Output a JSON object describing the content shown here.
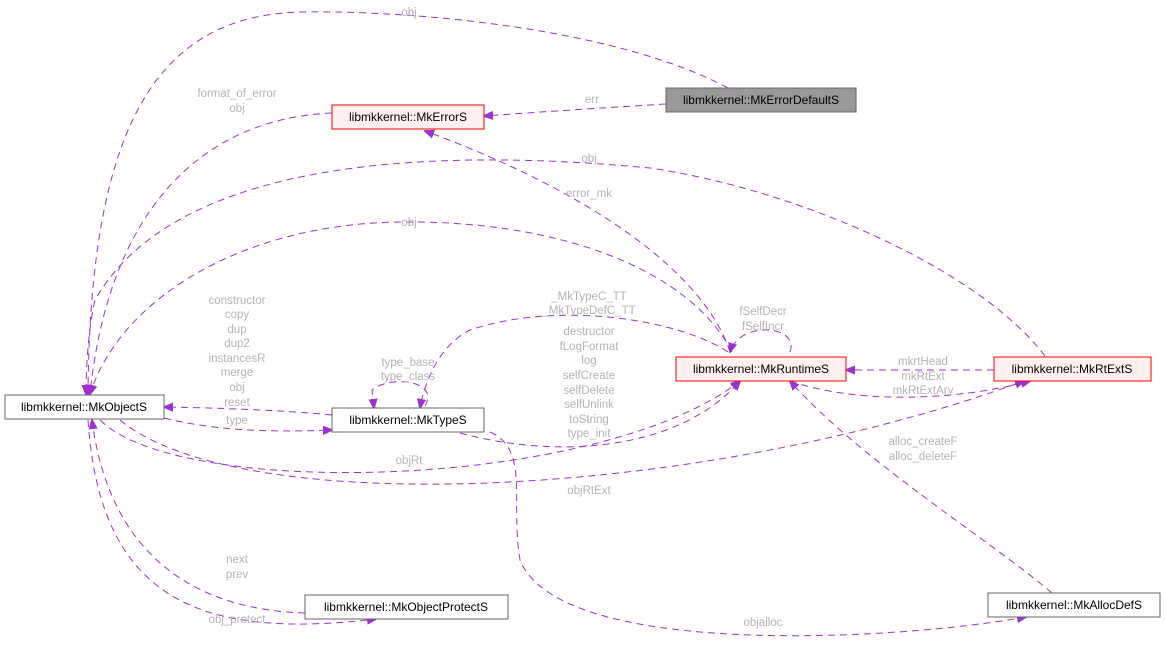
{
  "nodes": {
    "error_default": "libmkkernel::MkErrorDefaultS",
    "error": "libmkkernel::MkErrorS",
    "object": "libmkkernel::MkObjectS",
    "type": "libmkkernel::MkTypeS",
    "runtime": "libmkkernel::MkRuntimeS",
    "rtext": "libmkkernel::MkRtExtS",
    "object_protect": "libmkkernel::MkObjectProtectS",
    "allocdef": "libmkkernel::MkAllocDefS"
  },
  "edge_labels": {
    "errdef_obj": [
      "obj"
    ],
    "errdef_err": [
      "err"
    ],
    "error_obj": [
      "format_of_error",
      "obj"
    ],
    "rtext_obj": [
      "obj"
    ],
    "runtime_error_mk": [
      "error_mk"
    ],
    "runtime_obj": [
      "obj"
    ],
    "type_obj": [
      "constructor",
      "copy",
      "dup",
      "dup2",
      "instancesR",
      "merge",
      "obj",
      "reset"
    ],
    "object_type": [
      "type"
    ],
    "type_self": [
      "type_base",
      "type_class"
    ],
    "runtime_type": [
      "_MkTypeC_TT",
      "_MkTypeDefC_TT"
    ],
    "type_runtime": [
      "destructor",
      "fLogFormat",
      "log",
      "selfCreate",
      "selfDelete",
      "selfUnlink",
      "toString",
      "type_init"
    ],
    "runtime_self": [
      "fSelfDecr",
      "fSelfIncr"
    ],
    "rtext_runtime": [
      "mkrtHead"
    ],
    "runtime_rtext": [
      "mkRtExt",
      "mkRtExtAry"
    ],
    "object_runtime": [
      "objRt"
    ],
    "object_rtext": [
      "objRtExt"
    ],
    "allocdef_runtime": [
      "alloc_createF",
      "alloc_deleteF"
    ],
    "protect_obj": [
      "next",
      "prev"
    ],
    "object_protect": [
      "obj_protect"
    ],
    "type_allocdef": [
      "objalloc"
    ]
  },
  "colors": {
    "edge": "#9a32cd",
    "label": "#b3b3b3",
    "red_border": "#ff0000",
    "red_fill": "#fff0f0",
    "gray_fill": "#999999"
  }
}
